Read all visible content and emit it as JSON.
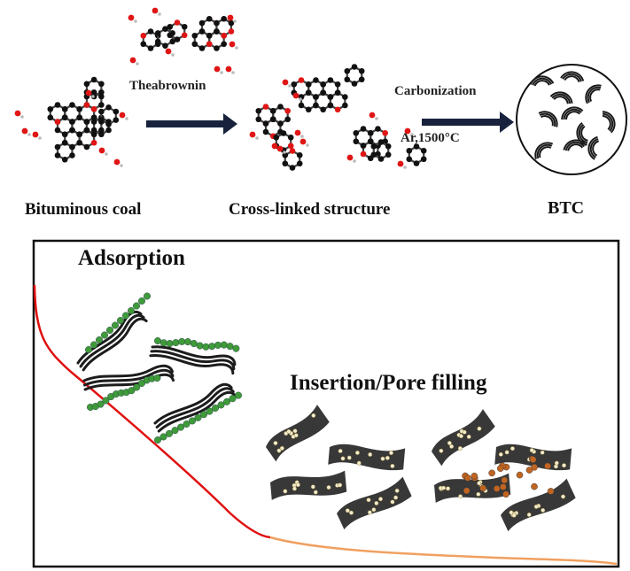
{
  "figure": {
    "top_panel": {
      "stages": [
        {
          "id": "bituminous-coal",
          "label": "Bituminous coal"
        },
        {
          "id": "cross-linked-structure",
          "label": "Cross-linked structure"
        },
        {
          "id": "btc",
          "label": "BTC"
        }
      ],
      "steps": [
        {
          "from": "bituminous-coal",
          "to": "cross-linked-structure",
          "label": "Theabrownin"
        },
        {
          "from": "cross-linked-structure",
          "to": "btc",
          "label": "Carbonization",
          "condition": "Ar,1500°C"
        }
      ]
    },
    "bottom_panel": {
      "regions": [
        {
          "label": "Adsorption",
          "curve_color": "#e01010",
          "particle_color": "#3f9a3a"
        },
        {
          "label": "Insertion/Pore filling",
          "curve_color": "#f0a060",
          "particle_color": "#c06420"
        }
      ]
    },
    "colors": {
      "arrow": "#18223d",
      "atom_carbon": "#111111",
      "atom_oxygen": "#e01515",
      "atom_hydrogen": "#bbbbbb"
    }
  }
}
